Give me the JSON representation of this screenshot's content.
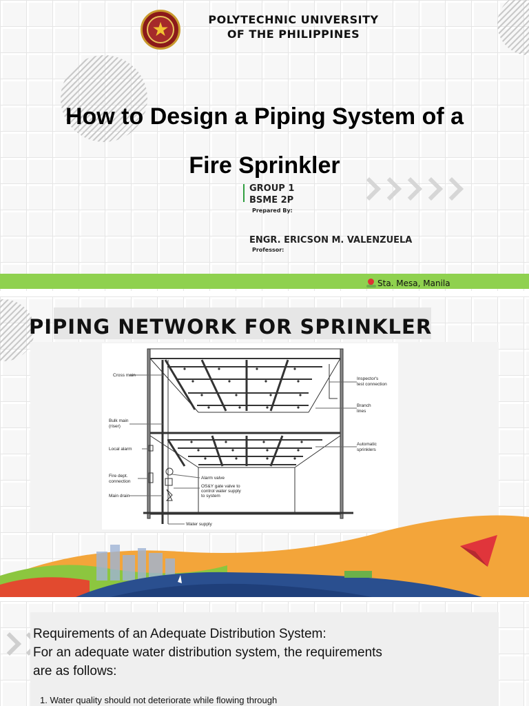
{
  "slide1": {
    "university_line1": "POLYTECHNIC UNIVERSITY",
    "university_line2": "OF THE PHILIPPINES",
    "title_line1": "How to Design a Piping System of a",
    "title_line2": "Fire Sprinkler",
    "group": "GROUP 1",
    "section": "BSME 2P",
    "prepared_by": "Prepared By:",
    "professor_name": "ENGR. ERICSON M. VALENZUELA",
    "professor_label": "Professor:",
    "location": "Sta. Mesa, Manila"
  },
  "slide2": {
    "title": "PIPING NETWORK FOR SPRINKLER",
    "diagram_labels": {
      "cross_main": "Cross main",
      "bulk_main": "Bulk main",
      "riser": "(riser)",
      "local_alarm": "Local alarm",
      "fire_dept": "Fire dept.",
      "connection": "connection",
      "main_drain": "Main drain",
      "inspector": "Inspector's",
      "test_connection": "test connection",
      "branch": "Branch",
      "lines": "lines",
      "automatic": "Automatic",
      "sprinklers": "sprinklers",
      "alarm_valve": "Alarm valve",
      "osy_line1": "OS&Y gate valve to",
      "osy_line2": "control water supply",
      "osy_line3": "to system",
      "water_supply": "Water supply"
    }
  },
  "slide3": {
    "heading_line1": "Requirements of an Adequate Distribution System:",
    "heading_line2": "For an adequate water distribution system, the requirements",
    "heading_line3": "are as follows:",
    "item1": "1. Water quality should not deteriorate while flowing through"
  },
  "colors": {
    "green_band": "#8fd14f",
    "seal_red": "#8b1a1a",
    "seal_gold": "#c99a2e"
  }
}
